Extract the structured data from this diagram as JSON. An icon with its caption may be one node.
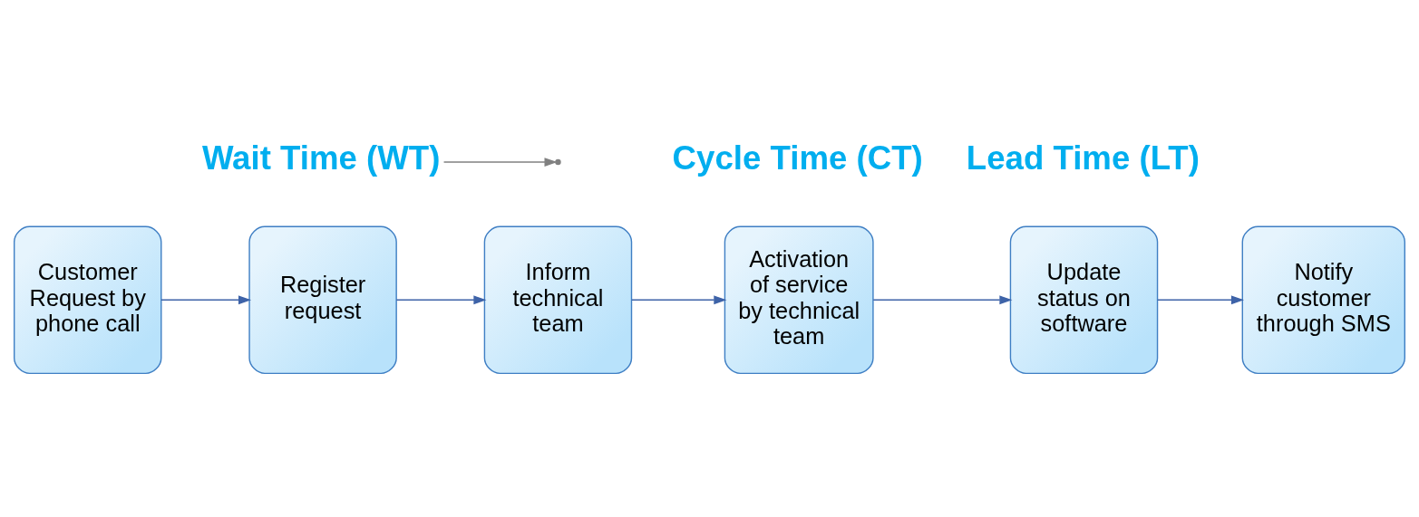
{
  "diagram": {
    "nodes": [
      {
        "text": [
          "Customer Request by phone call"
        ]
      },
      {
        "text": [
          "Register request"
        ]
      },
      {
        "text": [
          "Inform technical team"
        ]
      },
      {
        "text": [
          "Activation of service by technical team"
        ]
      },
      {
        "text": [
          "Update status on software"
        ]
      },
      {
        "text": [
          "Notify customer through SMS"
        ]
      },
      {
        "text": [
          "Wait Time (WT)"
        ]
      }
    ],
    "edges": [
      {
        "from": 0,
        "to": 1,
        "arrow": "to"
      },
      {
        "from": 1,
        "to": 2,
        "arrow": "to"
      },
      {
        "from": 2,
        "to": 3,
        "arrow": "to"
      },
      {
        "from": 3,
        "to": 4,
        "arrow": "to"
      },
      {
        "from": 4,
        "to": 5,
        "arrow": "to"
      },
      {
        "from": 6,
        "to": null,
        "arrow": "to",
        "color": "#808080"
      }
    ],
    "labels": [
      "Cycle Time (CT)",
      "Lead Time (LT)"
    ]
  }
}
